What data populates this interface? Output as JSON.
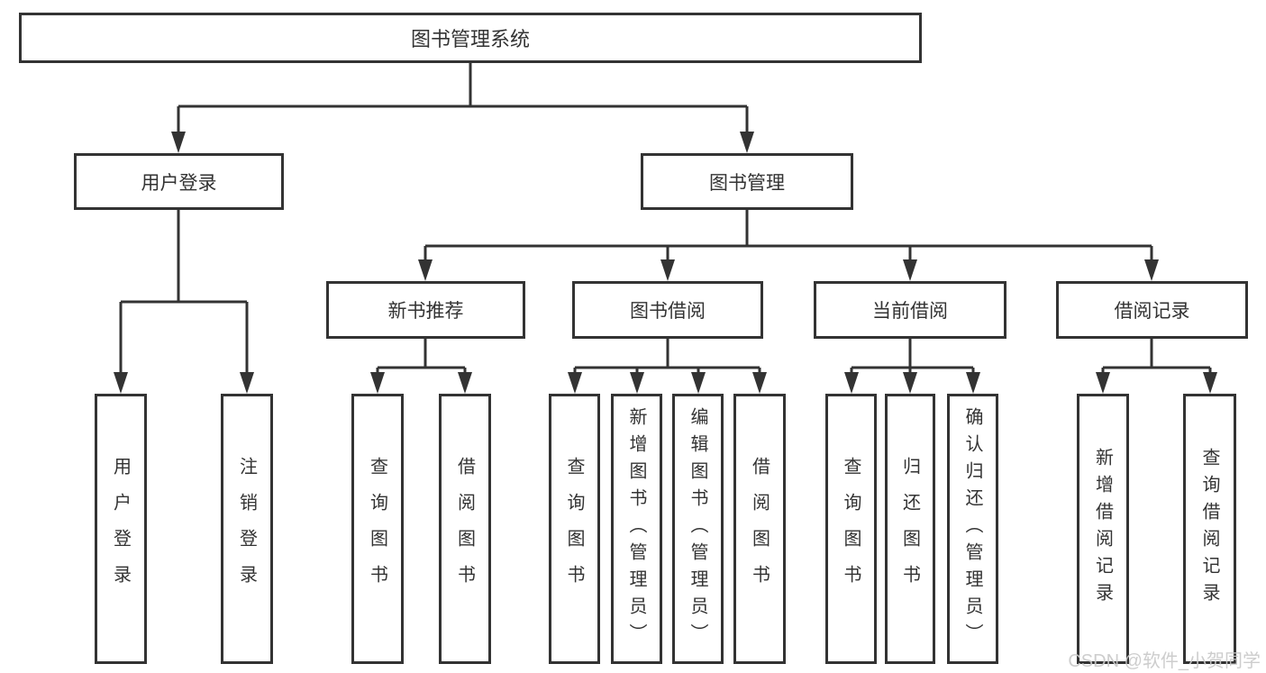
{
  "diagram": {
    "root": {
      "label": "图书管理系统"
    },
    "branches": [
      {
        "label": "用户登录",
        "children": [
          {
            "label": "用户登录"
          },
          {
            "label": "注销登录"
          }
        ]
      },
      {
        "label": "图书管理",
        "modules": [
          {
            "label": "新书推荐",
            "children": [
              {
                "label": "查询图书"
              },
              {
                "label": "借阅图书"
              }
            ]
          },
          {
            "label": "图书借阅",
            "children": [
              {
                "label": "查询图书"
              },
              {
                "label": "新增图书（管理员）"
              },
              {
                "label": "编辑图书（管理员）"
              },
              {
                "label": "借阅图书"
              }
            ]
          },
          {
            "label": "当前借阅",
            "children": [
              {
                "label": "查询图书"
              },
              {
                "label": "归还图书"
              },
              {
                "label": "确认归还（管理员）"
              }
            ]
          },
          {
            "label": "借阅记录",
            "children": [
              {
                "label": "新增借阅记录"
              },
              {
                "label": "查询借阅记录"
              }
            ]
          }
        ]
      }
    ],
    "watermark": "CSDN @软件_小贺同学"
  },
  "colors": {
    "line": "#333333",
    "text": "#333333",
    "watermark": "#c9c9c9",
    "background": "#ffffff"
  }
}
